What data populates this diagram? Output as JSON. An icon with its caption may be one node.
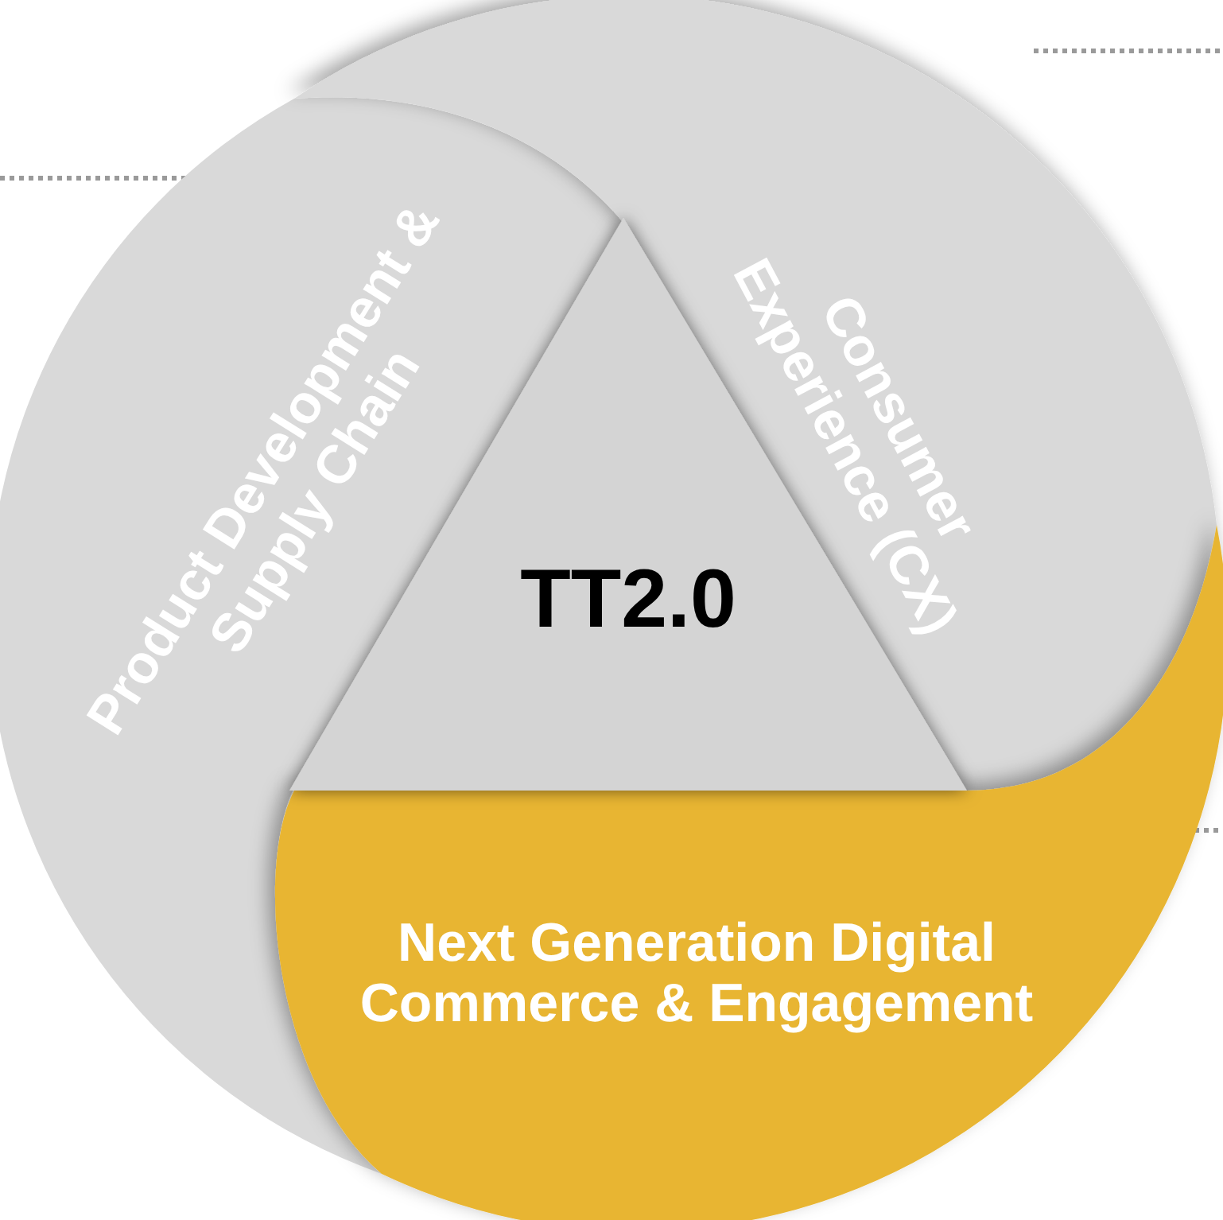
{
  "diagram": {
    "nodes": [
      {
        "text": [
          "Product Development & Supply Chain"
        ]
      },
      {
        "text": [
          "Consumer Experience (CX)"
        ]
      },
      {
        "text": [
          "TT2.0"
        ]
      },
      {
        "text": [
          "Next Generation Digital Commerce & Engagement"
        ]
      }
    ]
  }
}
